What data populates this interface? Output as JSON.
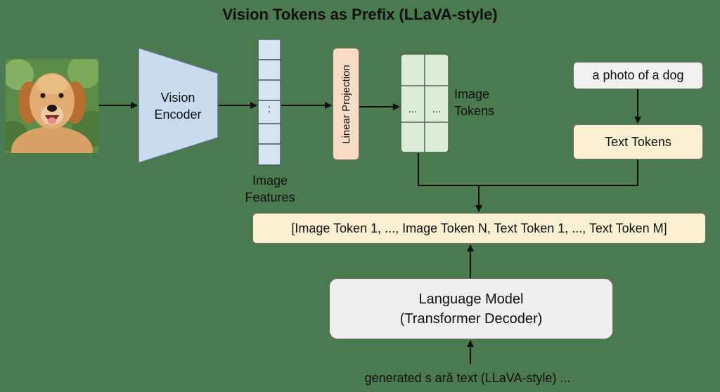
{
  "title": "Vision Tokens as Prefix (LLaVA-style)",
  "vision_encoder": {
    "line1": "Vision",
    "line2": "Encoder"
  },
  "image_features": {
    "cell_text": ":",
    "line1": "Image",
    "line2": "Features"
  },
  "linear_projection": {
    "label": "Linear Projection"
  },
  "image_tokens": {
    "cell_left": "...",
    "cell_right": "...",
    "line1": "Image",
    "line2": "Tokens"
  },
  "text_input": {
    "label": "a photo of a dog"
  },
  "text_tokens": {
    "label": "Text Tokens"
  },
  "sequence": {
    "label": "[Image Token 1, ..., Image Token N, Text Token 1, ..., Text Token M]"
  },
  "language_model": {
    "line1": "Language Model",
    "line2": "(Transformer Decoder)"
  },
  "output_text": "generated s ară text (LLaVA-style) ...",
  "colors": {
    "background": "#4a7a4e",
    "encoder_fill": "#c7dcef",
    "features_fill": "#d3e4f3",
    "projection_fill": "#f8dcc5",
    "tokens_fill": "#dcedd8",
    "text_fill": "#fbf1d2",
    "input_fill": "#f1f1f1",
    "lm_fill": "#eeeeee"
  }
}
